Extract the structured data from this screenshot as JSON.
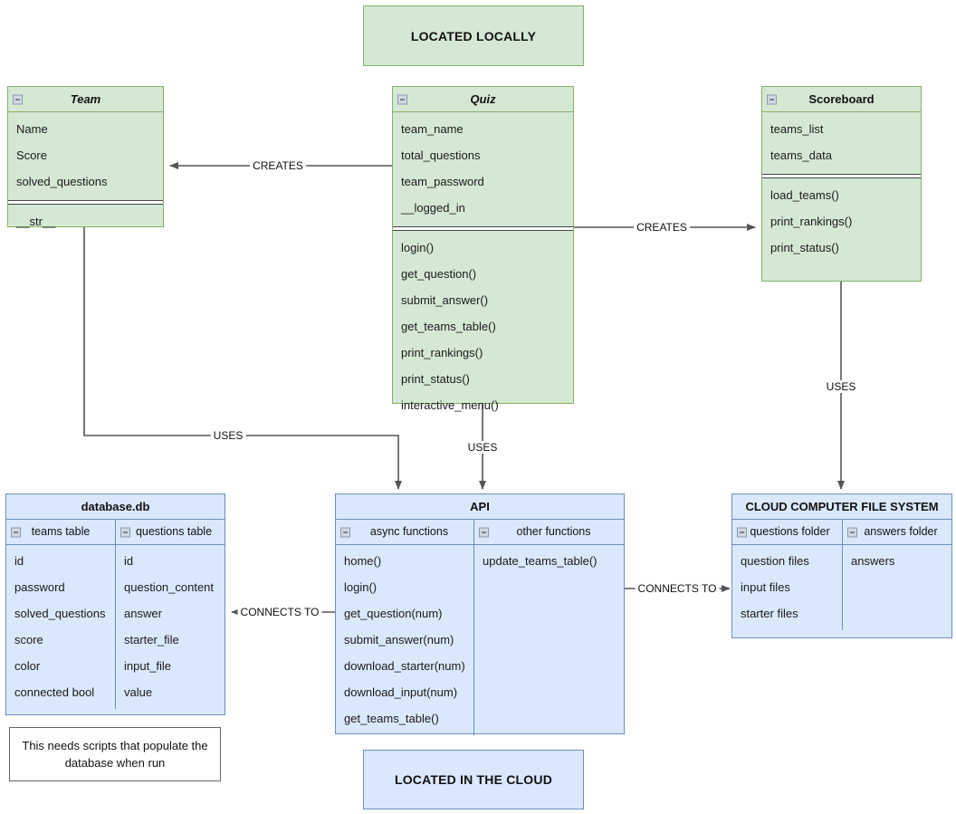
{
  "diagram": {
    "title_top": "LOCATED LOCALLY",
    "title_bottom": "LOCATED IN THE CLOUD",
    "colors": {
      "local": "#d5e8d4",
      "cloud": "#dae8fc",
      "local_border": "#82b366",
      "cloud_border": "#6c8ebf"
    }
  },
  "nodes": {
    "team": {
      "title": "Team",
      "attributes": [
        "Name",
        "Score",
        "solved_questions"
      ],
      "methods": [
        "__str__"
      ]
    },
    "quiz": {
      "title": "Quiz",
      "attributes": [
        "team_name",
        "total_questions",
        "team_password",
        "__logged_in"
      ],
      "methods": [
        "login()",
        "get_question()",
        "submit_answer()",
        "get_teams_table()",
        "print_rankings()",
        "print_status()",
        "interactive_menu()"
      ]
    },
    "scoreboard": {
      "title": "Scoreboard",
      "attributes": [
        "teams_list",
        "teams_data"
      ],
      "methods": [
        "load_teams()",
        "print_rankings()",
        "print_status()"
      ]
    },
    "database": {
      "title": "database.db",
      "columns": [
        {
          "header": "teams table",
          "items": [
            "id",
            "password",
            "solved_questions",
            "score",
            "color",
            "connected bool"
          ]
        },
        {
          "header": "questions table",
          "items": [
            "id",
            "question_content",
            "answer",
            "starter_file",
            "input_file",
            "value"
          ]
        }
      ]
    },
    "api": {
      "title": "API",
      "columns": [
        {
          "header": "async functions",
          "items": [
            "home()",
            "login()",
            "get_question(num)",
            "submit_answer(num)",
            "download_starter(num)",
            "download_input(num)",
            "get_teams_table()"
          ]
        },
        {
          "header": "other functions",
          "items": [
            "update_teams_table()"
          ]
        }
      ]
    },
    "filesystem": {
      "title": "CLOUD COMPUTER FILE SYSTEM",
      "columns": [
        {
          "header": "questions folder",
          "items": [
            "question files",
            "input files",
            "starter files"
          ]
        },
        {
          "header": "answers folder",
          "items": [
            "answers"
          ]
        }
      ]
    },
    "note": {
      "text": "This needs scripts that populate the database when run"
    }
  },
  "edges": [
    {
      "id": "quiz-creates-team",
      "label": "CREATES",
      "from": "quiz",
      "to": "team"
    },
    {
      "id": "quiz-creates-scoreboard",
      "label": "CREATES",
      "from": "quiz",
      "to": "scoreboard"
    },
    {
      "id": "team-uses-api",
      "label": "USES",
      "from": "team",
      "to": "api"
    },
    {
      "id": "quiz-uses-api",
      "label": "USES",
      "from": "quiz",
      "to": "api"
    },
    {
      "id": "scoreboard-uses-filesystem",
      "label": "USES",
      "from": "scoreboard",
      "to": "filesystem"
    },
    {
      "id": "api-connects-database",
      "label": "CONNECTS TO",
      "from": "api",
      "to": "database"
    },
    {
      "id": "api-connects-filesystem",
      "label": "CONNECTS TO",
      "from": "api",
      "to": "filesystem"
    }
  ]
}
